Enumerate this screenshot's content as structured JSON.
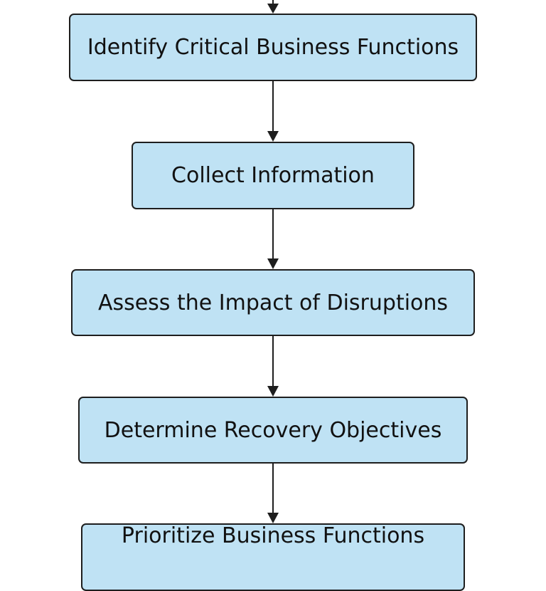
{
  "theme": {
    "box_fill": "#bfe2f4",
    "box_stroke": "#1e1e1e",
    "arrow_color": "#1e1e1e",
    "text_color": "#111111"
  },
  "flowchart": {
    "steps": [
      "Identify Critical Business Functions",
      "Collect Information",
      "Assess the Impact of Disruptions",
      "Determine Recovery Objectives",
      "Prioritize Business Functions"
    ]
  }
}
